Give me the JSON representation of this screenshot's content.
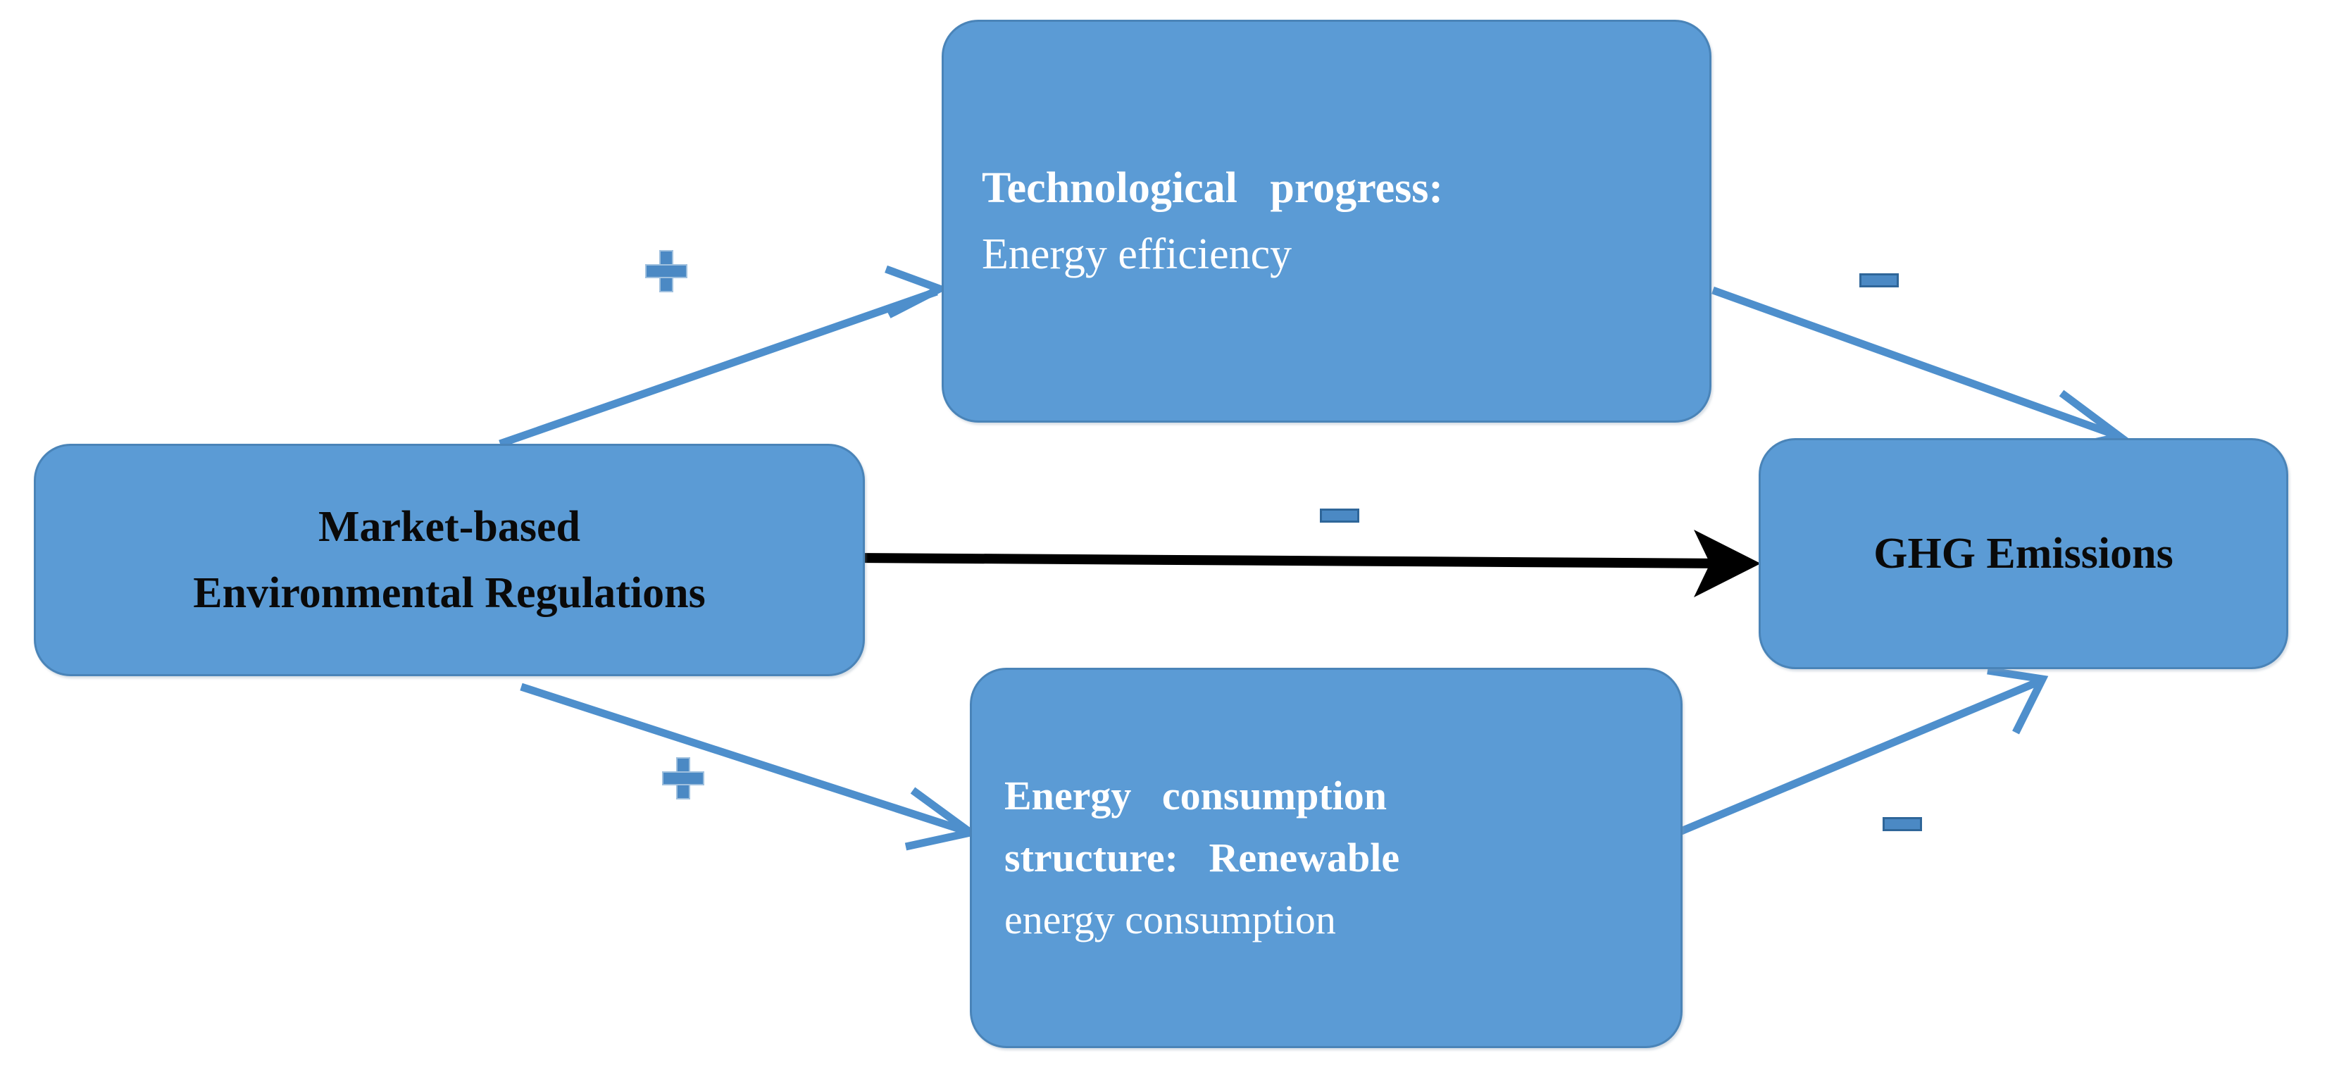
{
  "diagram": {
    "title": "Market-based Environmental Regulations and GHG Emissions mediation diagram",
    "colors": {
      "node_fill": "#5B9BD5",
      "node_border": "#4A84B8",
      "blue_arrow": "#4E8FCC",
      "black_arrow": "#000000",
      "white_text": "#FFFFFF",
      "black_text": "#0A0A0A",
      "background": "#FFFFFF"
    },
    "nodes": {
      "regulations": {
        "line1": "Market-based",
        "line2": "Environmental Regulations"
      },
      "technological_progress": {
        "line1": "Technological   progress:",
        "line2": "Energy efficiency"
      },
      "energy_structure": {
        "line1": "Energy   consumption",
        "line2": "structure:   Renewable",
        "line3": "energy consumption"
      },
      "ghg": {
        "line1": "GHG Emissions"
      }
    },
    "edges": [
      {
        "id": "regulations-to-technological-progress",
        "from": "Market-based Environmental Regulations",
        "to": "Technological progress: Energy efficiency",
        "sign": "+",
        "color": "#4E8FCC",
        "style": "open-arrow"
      },
      {
        "id": "technological-progress-to-ghg",
        "from": "Technological progress: Energy efficiency",
        "to": "GHG Emissions",
        "sign": "−",
        "color": "#4E8FCC",
        "style": "open-arrow"
      },
      {
        "id": "regulations-to-ghg",
        "from": "Market-based Environmental Regulations",
        "to": "GHG Emissions",
        "sign": "−",
        "color": "#000000",
        "style": "solid-arrow"
      },
      {
        "id": "regulations-to-energy-structure",
        "from": "Market-based Environmental Regulations",
        "to": "Energy consumption structure: Renewable energy consumption",
        "sign": "+",
        "color": "#4E8FCC",
        "style": "open-arrow"
      },
      {
        "id": "energy-structure-to-ghg",
        "from": "Energy consumption structure: Renewable energy consumption",
        "to": "GHG Emissions",
        "sign": "−",
        "color": "#4E8FCC",
        "style": "open-arrow"
      }
    ],
    "signs": {
      "plus_top": "+",
      "plus_bottom": "+",
      "minus_top": "−",
      "minus_mid": "−",
      "minus_bottom": "−"
    }
  }
}
